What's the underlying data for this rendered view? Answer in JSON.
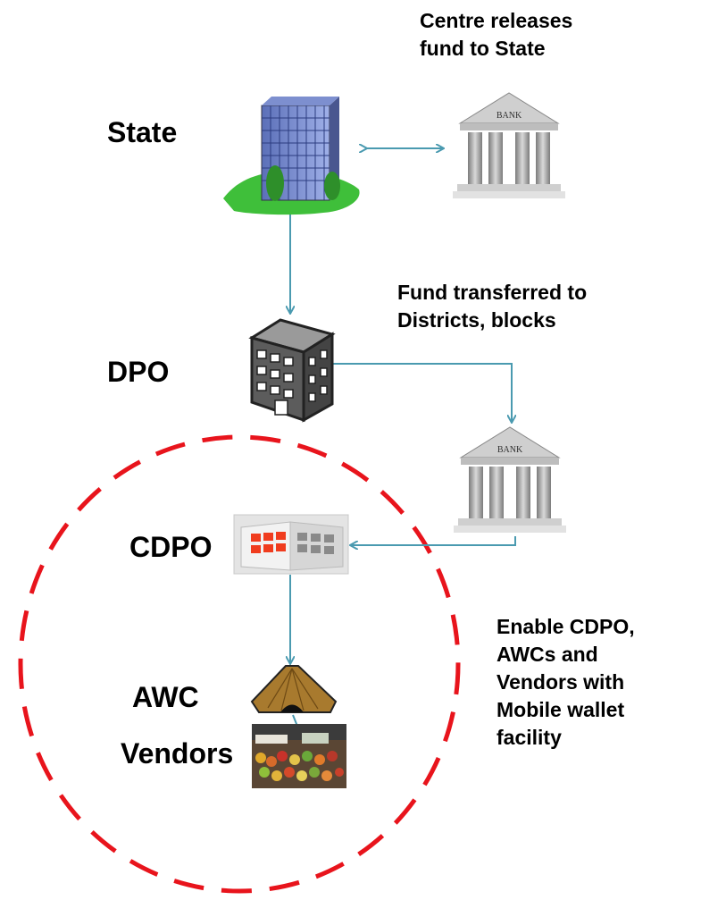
{
  "nodes": {
    "state": "State",
    "dpo": "DPO",
    "cdpo": "CDPO",
    "awc": "AWC",
    "vendors": "Vendors"
  },
  "notes": {
    "centre": "Centre releases\nfund to State",
    "transfer": "Fund transferred to\nDistricts, blocks",
    "wallet": "Enable CDPO,\nAWCs and\nVendors with\nMobile wallet\nfacility"
  },
  "icons": {
    "bank_top_sign": "BANK",
    "bank_mid_sign": "BANK"
  },
  "colors": {
    "arrow": "#4a9ab0",
    "circle": "#e8141c"
  }
}
